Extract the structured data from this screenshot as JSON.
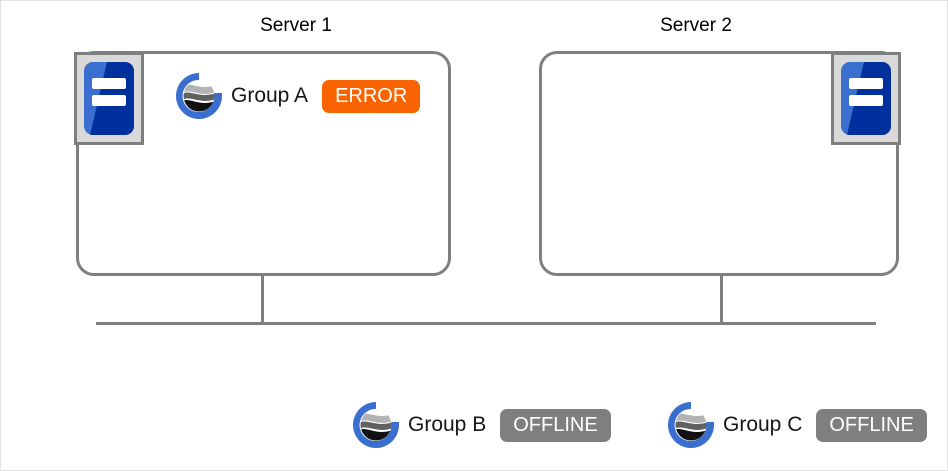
{
  "diagram": {
    "title_server1": "Server 1",
    "title_server2": "Server 2",
    "colors": {
      "error_badge": "#f96400",
      "offline_badge": "#7f7f7f",
      "outline": "#7f7f7f",
      "icon_blue": "#3a6fd0",
      "icon_blue_dark": "#00309e",
      "icon_tray": "#d9d9d9",
      "logo_blue": "#3a6fd0"
    },
    "servers": [
      {
        "name": "Server 1",
        "icon_name": "server-icon",
        "icon_position": "left",
        "groups": [
          {
            "logo": "g-globe-logo",
            "label": "Group A",
            "status": "ERROR",
            "status_kind": "error"
          }
        ]
      },
      {
        "name": "Server 2",
        "icon_name": "server-icon",
        "icon_position": "right",
        "groups": []
      }
    ],
    "unassigned_groups": [
      {
        "logo": "g-globe-logo",
        "label": "Group B",
        "status": "OFFLINE",
        "status_kind": "offline"
      },
      {
        "logo": "g-globe-logo",
        "label": "Group C",
        "status": "OFFLINE",
        "status_kind": "offline"
      }
    ]
  }
}
